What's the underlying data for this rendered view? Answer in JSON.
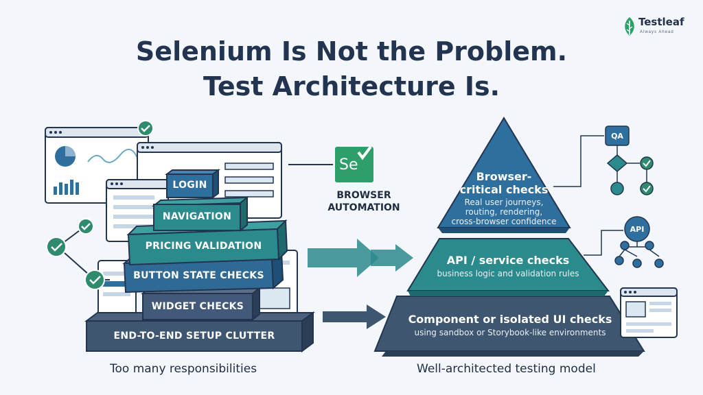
{
  "brand": {
    "name": "Testleaf",
    "tagline": "Always Ahead",
    "icon": "leaf-icon",
    "color": "#2e9e6b"
  },
  "title": {
    "line1": "Selenium Is Not  the Problem.",
    "line2": "Test Architecture Is."
  },
  "left": {
    "caption": "Too many responsibilities",
    "stack": [
      "LOGIN",
      "NAVIGATION",
      "PRICING VALIDATION",
      "BUTTON STATE CHECKS",
      "WIDGET CHECKS",
      "END-TO-END SETUP CLUTTER"
    ]
  },
  "center": {
    "logo_text": "Se",
    "line1": "BROWSER",
    "line2": "AUTOMATION"
  },
  "right": {
    "caption": "Well-architected testing model",
    "tiers": [
      {
        "title_line1": "Browser-",
        "title_line2": "critical checks",
        "sub_line1": "Real user journeys,",
        "sub_line2": "routing, rendering,",
        "sub_line3": "cross-browser confidence"
      },
      {
        "title": "API / service checks",
        "sub": "business logic and validation rules"
      },
      {
        "title": "Component or isolated UI checks",
        "sub": "using sandbox or Storybook-like environments"
      }
    ],
    "qa_label": "QA",
    "api_label": "API"
  },
  "colors": {
    "dark_navy": "#22344f",
    "teal": "#2b8a8c",
    "blue": "#2f6f9e",
    "slate": "#3e5670",
    "check_green": "#2f8a6e"
  }
}
